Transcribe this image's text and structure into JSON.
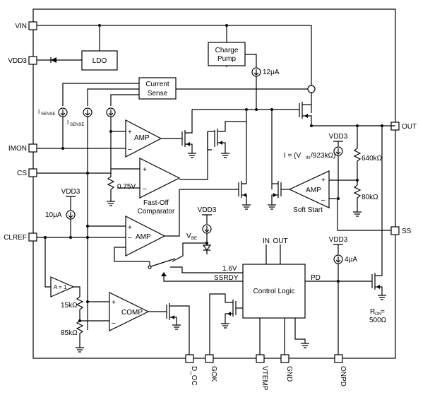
{
  "pins": {
    "vin": "VIN",
    "vdd3_pin": "VDD3",
    "imon": "IMON",
    "cs": "CS",
    "clref": "CLREF",
    "out": "OUT",
    "ss": "SS",
    "d_oc": "D_OC",
    "gok": "GOK",
    "vtemp": "VTEMP",
    "gnd": "GND",
    "onpd": "ONPD"
  },
  "blocks": {
    "ldo": "LDO",
    "charge_pump_1": "Charge",
    "charge_pump_2": "Pump",
    "current_sense_1": "Current",
    "current_sense_2": "Sense",
    "amp": "AMP",
    "amp_ss": "AMP",
    "amp_clref": "AMP",
    "comp": "COMP",
    "control_logic": "Control Logic",
    "buffer": "A = 1",
    "fast_off_1": "Fast-Off",
    "fast_off_2": "Comparator",
    "soft_start": "Soft Start"
  },
  "labels": {
    "isense_1": "I",
    "isense_1_sub": "SENSE",
    "isense_2": "I",
    "isense_2_sub": "SENSE",
    "i_12ua": "12μA",
    "vdd3_a": "VDD3",
    "vdd3_b": "VDD3",
    "vdd3_c": "VDD3",
    "vdd3_d": "VDD3",
    "i_10ua": "10μA",
    "i_4ua": "4μA",
    "v075": "0.75V",
    "vbe": "V",
    "vbe_sub": "BE",
    "v16": "1.6V",
    "ssrdy": "SSRDY",
    "in": "IN",
    "out_cl": "OUT",
    "pd": "PD",
    "i_formula": "I = (V",
    "i_formula_sub": "IN",
    "i_formula_end": "/923kΩ)",
    "r640k": "640kΩ",
    "r80k": "80kΩ",
    "r15k": "15kΩ",
    "r85k": "85kΩ",
    "ron_1": "R",
    "ron_sub": "ON",
    "ron_2": " =",
    "ron_3": "500Ω"
  },
  "signs": {
    "plus": "+",
    "minus": "–"
  }
}
